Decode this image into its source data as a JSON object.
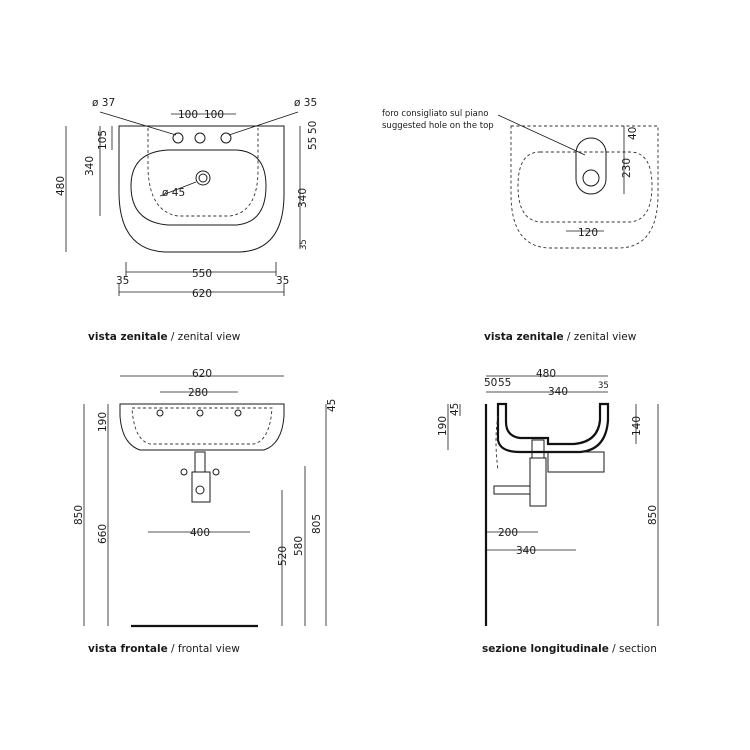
{
  "views": {
    "top_left_label": {
      "bold": "vista zenitale",
      "rest": " / zenital view"
    },
    "top_right_label": {
      "bold": "vista zenitale",
      "rest": " / zenital view"
    },
    "front_label": {
      "bold": "vista frontale",
      "rest": " / frontal view"
    },
    "section_label": {
      "bold": "sezione longitudinale",
      "rest": " / section"
    }
  },
  "top_left": {
    "d37": "ø 37",
    "d100a": "100",
    "d100b": "100",
    "d35": "ø 35",
    "d105": "105",
    "d480": "480",
    "d340": "340",
    "d55": "55",
    "d50": "50",
    "d340r": "340",
    "d35r": "35",
    "d45": "ø 45",
    "d35a": "35",
    "d550": "550",
    "d35b": "35",
    "d620": "620"
  },
  "top_right": {
    "note_it": "foro consigliato sul piano",
    "note_en": "suggested hole on the top",
    "d40": "40",
    "d230": "230",
    "d120": "120"
  },
  "front": {
    "d620": "620",
    "d280": "280",
    "d45": "45",
    "d190": "190",
    "d850": "850",
    "d660": "660",
    "d400": "400",
    "d520": "520",
    "d580": "580",
    "d805": "805"
  },
  "section": {
    "d480": "480",
    "d50": "50",
    "d55": "55",
    "d340": "340",
    "d35": "35",
    "d45": "45",
    "d190": "190",
    "d140": "140",
    "d200": "200",
    "d340b": "340",
    "d850": "850"
  }
}
